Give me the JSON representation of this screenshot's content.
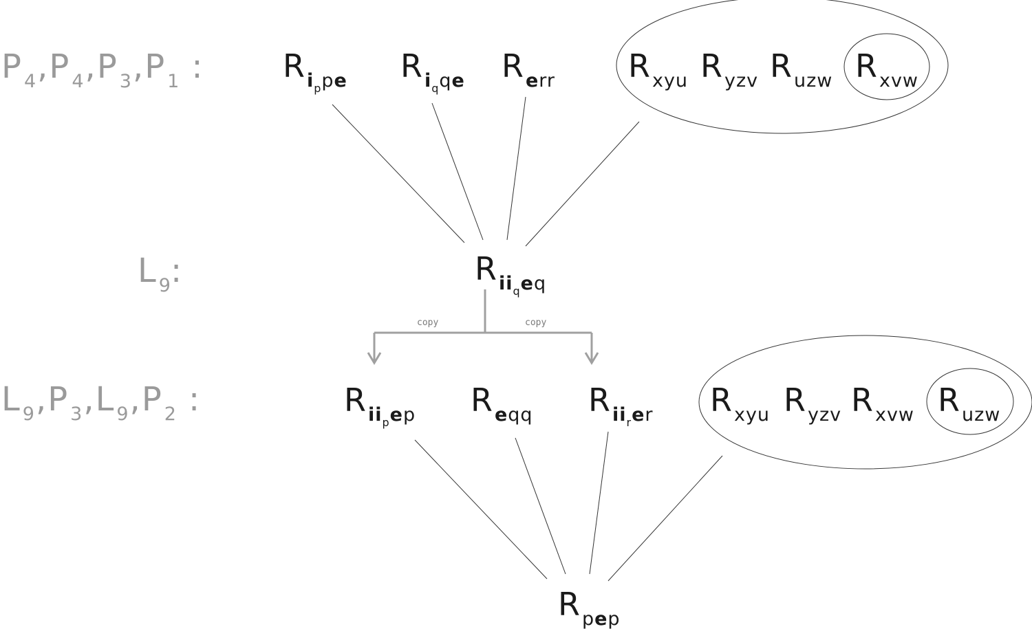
{
  "row_labels": {
    "top": [
      "P",
      "4",
      "P",
      "4",
      "P",
      "3",
      "P",
      "1"
    ],
    "mid": [
      "L",
      "9"
    ],
    "bottom": [
      "L",
      "9",
      "P",
      "3",
      "L",
      "9",
      "P",
      "2"
    ]
  },
  "terms": {
    "top": [
      {
        "base": "R",
        "parts": [
          {
            "t": "i",
            "b": true
          },
          {
            "t": "p",
            "ss": true
          },
          {
            "t": "p"
          },
          {
            "t": "e",
            "b": true
          }
        ]
      },
      {
        "base": "R",
        "parts": [
          {
            "t": "i",
            "b": true
          },
          {
            "t": "q",
            "ss": true
          },
          {
            "t": "q"
          },
          {
            "t": "e",
            "b": true
          }
        ]
      },
      {
        "base": "R",
        "parts": [
          {
            "t": "e",
            "b": true
          },
          {
            "t": "r"
          },
          {
            "t": "r"
          }
        ]
      },
      {
        "base": "R",
        "parts": [
          {
            "t": "xyu"
          }
        ]
      },
      {
        "base": "R",
        "parts": [
          {
            "t": "yzv"
          }
        ]
      },
      {
        "base": "R",
        "parts": [
          {
            "t": "uzw"
          }
        ]
      },
      {
        "base": "R",
        "parts": [
          {
            "t": "xvw"
          }
        ]
      }
    ],
    "mid": [
      {
        "base": "R",
        "parts": [
          {
            "t": "i",
            "b": true
          },
          {
            "t": "i",
            "b": true
          },
          {
            "t": "q",
            "ss": true
          },
          {
            "t": "e",
            "b": true
          },
          {
            "t": "q"
          }
        ]
      }
    ],
    "bottom": [
      {
        "base": "R",
        "parts": [
          {
            "t": "i",
            "b": true
          },
          {
            "t": "i",
            "b": true
          },
          {
            "t": "p",
            "ss": true
          },
          {
            "t": "e",
            "b": true
          },
          {
            "t": "p"
          }
        ]
      },
      {
        "base": "R",
        "parts": [
          {
            "t": "e",
            "b": true
          },
          {
            "t": "q"
          },
          {
            "t": "q"
          }
        ]
      },
      {
        "base": "R",
        "parts": [
          {
            "t": "i",
            "b": true
          },
          {
            "t": "i",
            "b": true
          },
          {
            "t": "r",
            "ss": true
          },
          {
            "t": "e",
            "b": true
          },
          {
            "t": "r"
          }
        ]
      },
      {
        "base": "R",
        "parts": [
          {
            "t": "xyu"
          }
        ]
      },
      {
        "base": "R",
        "parts": [
          {
            "t": "yzv"
          }
        ]
      },
      {
        "base": "R",
        "parts": [
          {
            "t": "xvw"
          }
        ]
      },
      {
        "base": "R",
        "parts": [
          {
            "t": "uzw"
          }
        ]
      }
    ],
    "result": {
      "base": "R",
      "parts": [
        {
          "t": "p"
        },
        {
          "t": "e",
          "b": true
        },
        {
          "t": "p"
        }
      ]
    }
  },
  "copy_labels": [
    "copy",
    "copy"
  ],
  "colors": {
    "label": "#9a9a9a",
    "text": "#1a1a1a",
    "arrow": "#a0a0a0",
    "line": "#333333"
  }
}
